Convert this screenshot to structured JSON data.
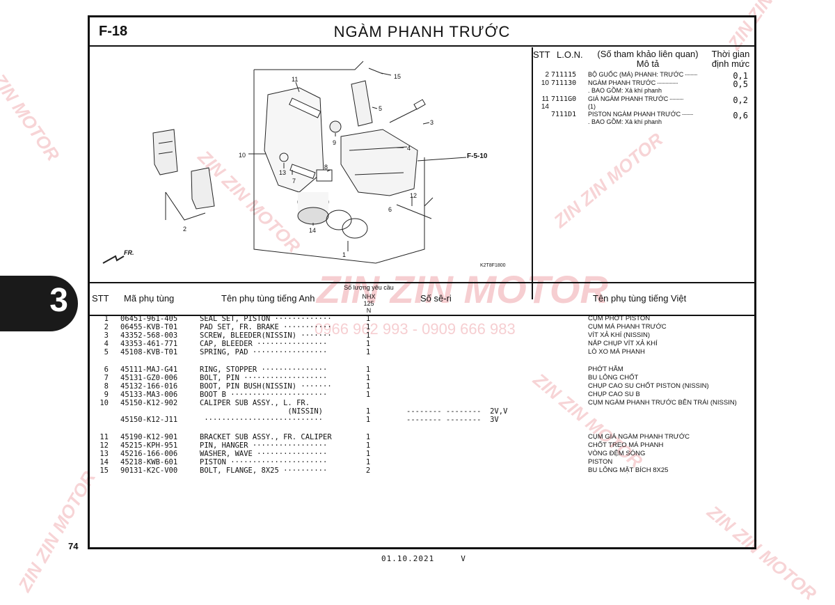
{
  "page": {
    "figure_code": "F-18",
    "title": "NGÀM PHANH TRƯỚC",
    "section_tab": "3",
    "page_number": "74",
    "footer_date": "01.10.2021",
    "footer_mark": "V"
  },
  "diagram": {
    "ref_code": "K2T8F1800",
    "cross_ref": "F-5-10",
    "direction_label": "FR.",
    "callouts": [
      "1",
      "2",
      "3",
      "4",
      "5",
      "6",
      "7",
      "8",
      "9",
      "10",
      "11",
      "12",
      "13",
      "14",
      "15"
    ]
  },
  "lon_table": {
    "headers": {
      "stt": "STT",
      "lon": "L.O.N.",
      "desc_line1": "(Số tham khảo liên quan)",
      "desc_line2": "Mô tả",
      "time_line1": "Thời gian",
      "time_line2": "định mức"
    },
    "rows": [
      {
        "stt": "2",
        "lon": "711115",
        "desc": "BỘ GUỐC (MÁ) PHANH: TRƯỚC",
        "note": "",
        "time": "0,1"
      },
      {
        "stt": "10",
        "lon": "711130",
        "desc": "NGÀM PHANH TRƯỚC",
        "note": ". BAO GỒM: Xả khí phanh",
        "time": "0,5"
      },
      {
        "stt": "11\n14",
        "lon": "7111G0",
        "desc": "GIÁ NGÀM PHANH TRƯỚC",
        "note": "(1)",
        "time": "0,2"
      },
      {
        "stt": "",
        "lon": "7111D1",
        "desc": "PISTON NGÀM PHANH TRƯỚC",
        "note": ". BAO GỒM: Xả khí phanh",
        "time": "0,6"
      }
    ]
  },
  "parts_table": {
    "headers": {
      "stt": "STT",
      "part_no": "Mã phụ tùng",
      "name_en": "Tên phụ tùng tiếng Anh",
      "qty_title": "Số lượng yêu cầu",
      "qty_model_1": "NHX",
      "qty_model_2": "125",
      "qty_model_3": "N",
      "serial": "Số sê-ri",
      "name_vn": "Tên phụ tùng tiếng Việt"
    },
    "rows": [
      {
        "stt": "1",
        "part_no": "06451-961-405",
        "name_en": "SEAL SET, PISTON ·············",
        "qty": "1",
        "serial": "",
        "name_vn": "CỤM PHỚT PISTON"
      },
      {
        "stt": "2",
        "part_no": "06455-KVB-T01",
        "name_en": "PAD SET, FR. BRAKE ···········",
        "qty": "1",
        "serial": "",
        "name_vn": "CỤM MÁ PHANH TRƯỚC"
      },
      {
        "stt": "3",
        "part_no": "43352-568-003",
        "name_en": "SCREW, BLEEDER(NISSIN) ·······",
        "qty": "1",
        "serial": "",
        "name_vn": "VÍT XẢ KHÍ (NISSIN)"
      },
      {
        "stt": "4",
        "part_no": "43353-461-771",
        "name_en": "CAP, BLEEDER ················",
        "qty": "1",
        "serial": "",
        "name_vn": "NẮP CHỤP VÍT XẢ KHÍ"
      },
      {
        "stt": "5",
        "part_no": "45108-KVB-T01",
        "name_en": "SPRING, PAD ·················",
        "qty": "1",
        "serial": "",
        "name_vn": "LÒ XO MÁ PHANH"
      },
      {
        "stt": "6",
        "part_no": "45111-MAJ-G41",
        "name_en": "RING, STOPPER ···············",
        "qty": "1",
        "serial": "",
        "name_vn": "PHỚT HÃM"
      },
      {
        "stt": "7",
        "part_no": "45131-GZ0-006",
        "name_en": "BOLT, PIN ···················",
        "qty": "1",
        "serial": "",
        "name_vn": "BU LÔNG CHỐT"
      },
      {
        "stt": "8",
        "part_no": "45132-166-016",
        "name_en": "BOOT, PIN BUSH(NISSIN) ·······",
        "qty": "1",
        "serial": "",
        "name_vn": "CHỤP CAO SU CHỐT PISTON (NISSIN)"
      },
      {
        "stt": "9",
        "part_no": "45133-MA3-006",
        "name_en": "BOOT B ······················",
        "qty": "1",
        "serial": "",
        "name_vn": "CHỤP CAO SU B"
      },
      {
        "stt": "10",
        "part_no": "45150-K12-902",
        "name_en": "CALIPER SUB ASSY., L. FR.",
        "qty": "",
        "serial": "",
        "name_vn": "CỤM NGÀM PHANH TRƯỚC BÊN TRÁI (NISSIN)"
      },
      {
        "stt": "",
        "part_no": "",
        "name_en": "                    (NISSIN)",
        "qty": "1",
        "serial": "-------- --------  2V,V",
        "name_vn": ""
      },
      {
        "stt": "",
        "part_no": "45150-K12-J11",
        "name_en": " ···························",
        "qty": "1",
        "serial": "-------- --------  3V",
        "name_vn": ""
      },
      {
        "stt": "11",
        "part_no": "45190-K12-901",
        "name_en": "BRACKET SUB ASSY., FR. CALIPER",
        "qty": "1",
        "serial": "",
        "name_vn": "CỤM GIÁ NGÀM PHANH TRƯỚC"
      },
      {
        "stt": "12",
        "part_no": "45215-KPH-951",
        "name_en": "PIN, HANGER ·················",
        "qty": "1",
        "serial": "",
        "name_vn": "CHỐT TREO MÁ PHANH"
      },
      {
        "stt": "13",
        "part_no": "45216-166-006",
        "name_en": "WASHER, WAVE ················",
        "qty": "1",
        "serial": "",
        "name_vn": "VÒNG ĐỆM SÓNG"
      },
      {
        "stt": "14",
        "part_no": "45218-KWB-601",
        "name_en": "PISTON ······················",
        "qty": "1",
        "serial": "",
        "name_vn": "PISTON"
      },
      {
        "stt": "15",
        "part_no": "90131-K2C-V00",
        "name_en": "BOLT, FLANGE, 8X25 ··········",
        "qty": "2",
        "serial": "",
        "name_vn": "BU LÔNG MẶT BÍCH 8X25"
      }
    ]
  },
  "watermark": {
    "brand": "ZIN ZIN MOTOR",
    "phone": "0966 962 993 - 0909 666 983"
  }
}
